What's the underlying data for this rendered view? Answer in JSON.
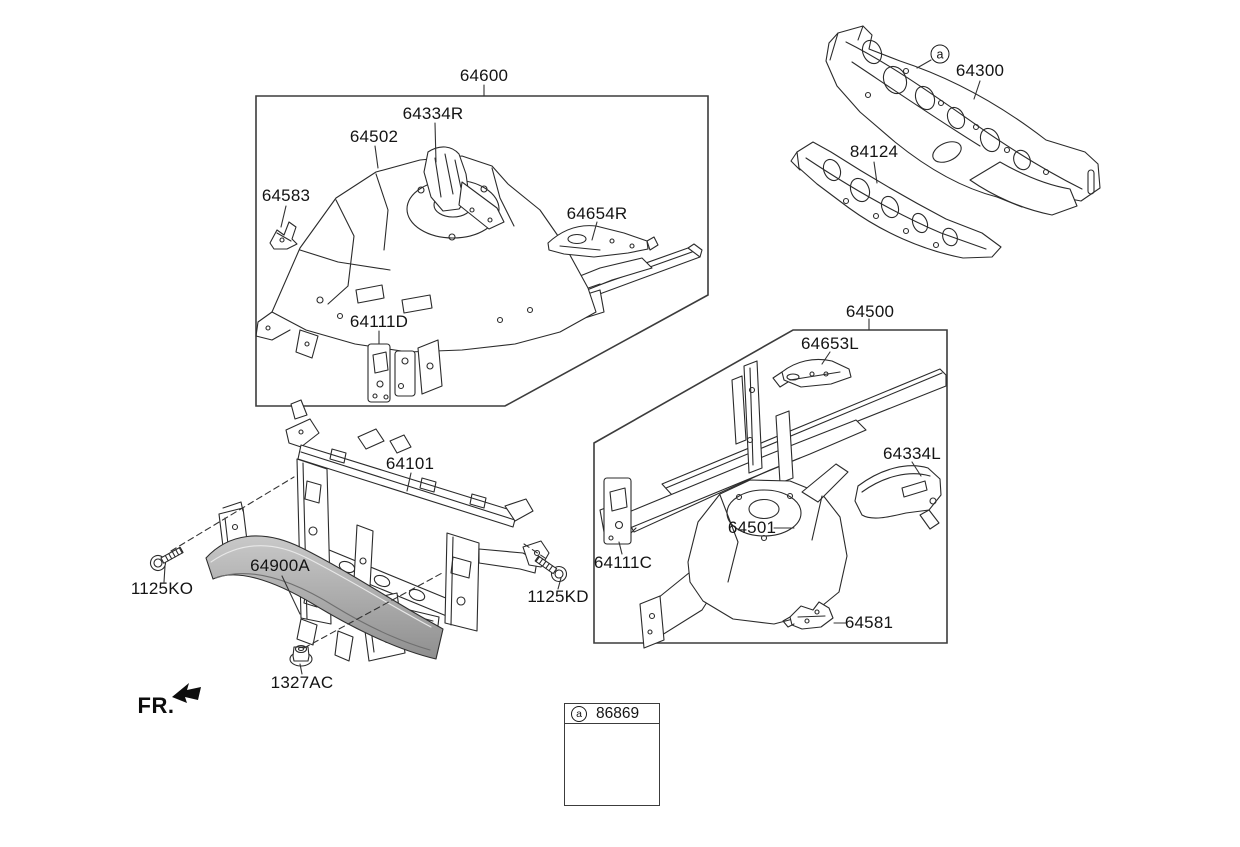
{
  "diagram": {
    "direction_indicator": "FR.",
    "shared_fastener_marker": "a",
    "callouts": {
      "c64600": "64600",
      "c64502": "64502",
      "c64334R": "64334R",
      "c64583": "64583",
      "c64654R": "64654R",
      "c64111D": "64111D",
      "c64300": "64300",
      "c84124": "84124",
      "c64500": "64500",
      "c64653L": "64653L",
      "c64334L": "64334L",
      "c64501": "64501",
      "c64111C": "64111C",
      "c64581": "64581",
      "c64101": "64101",
      "c64900A": "64900A",
      "c1125KO": "1125KO",
      "c1125KD": "1125KD",
      "c1327AC": "1327AC"
    },
    "legend": {
      "marker": "a",
      "part_number": "86869"
    },
    "colors": {
      "line": "#2b2b2b",
      "box_border": "#3c3c3c",
      "beam_fill_light": "#c9c9c9",
      "beam_fill_dark": "#8f8f8f"
    }
  }
}
